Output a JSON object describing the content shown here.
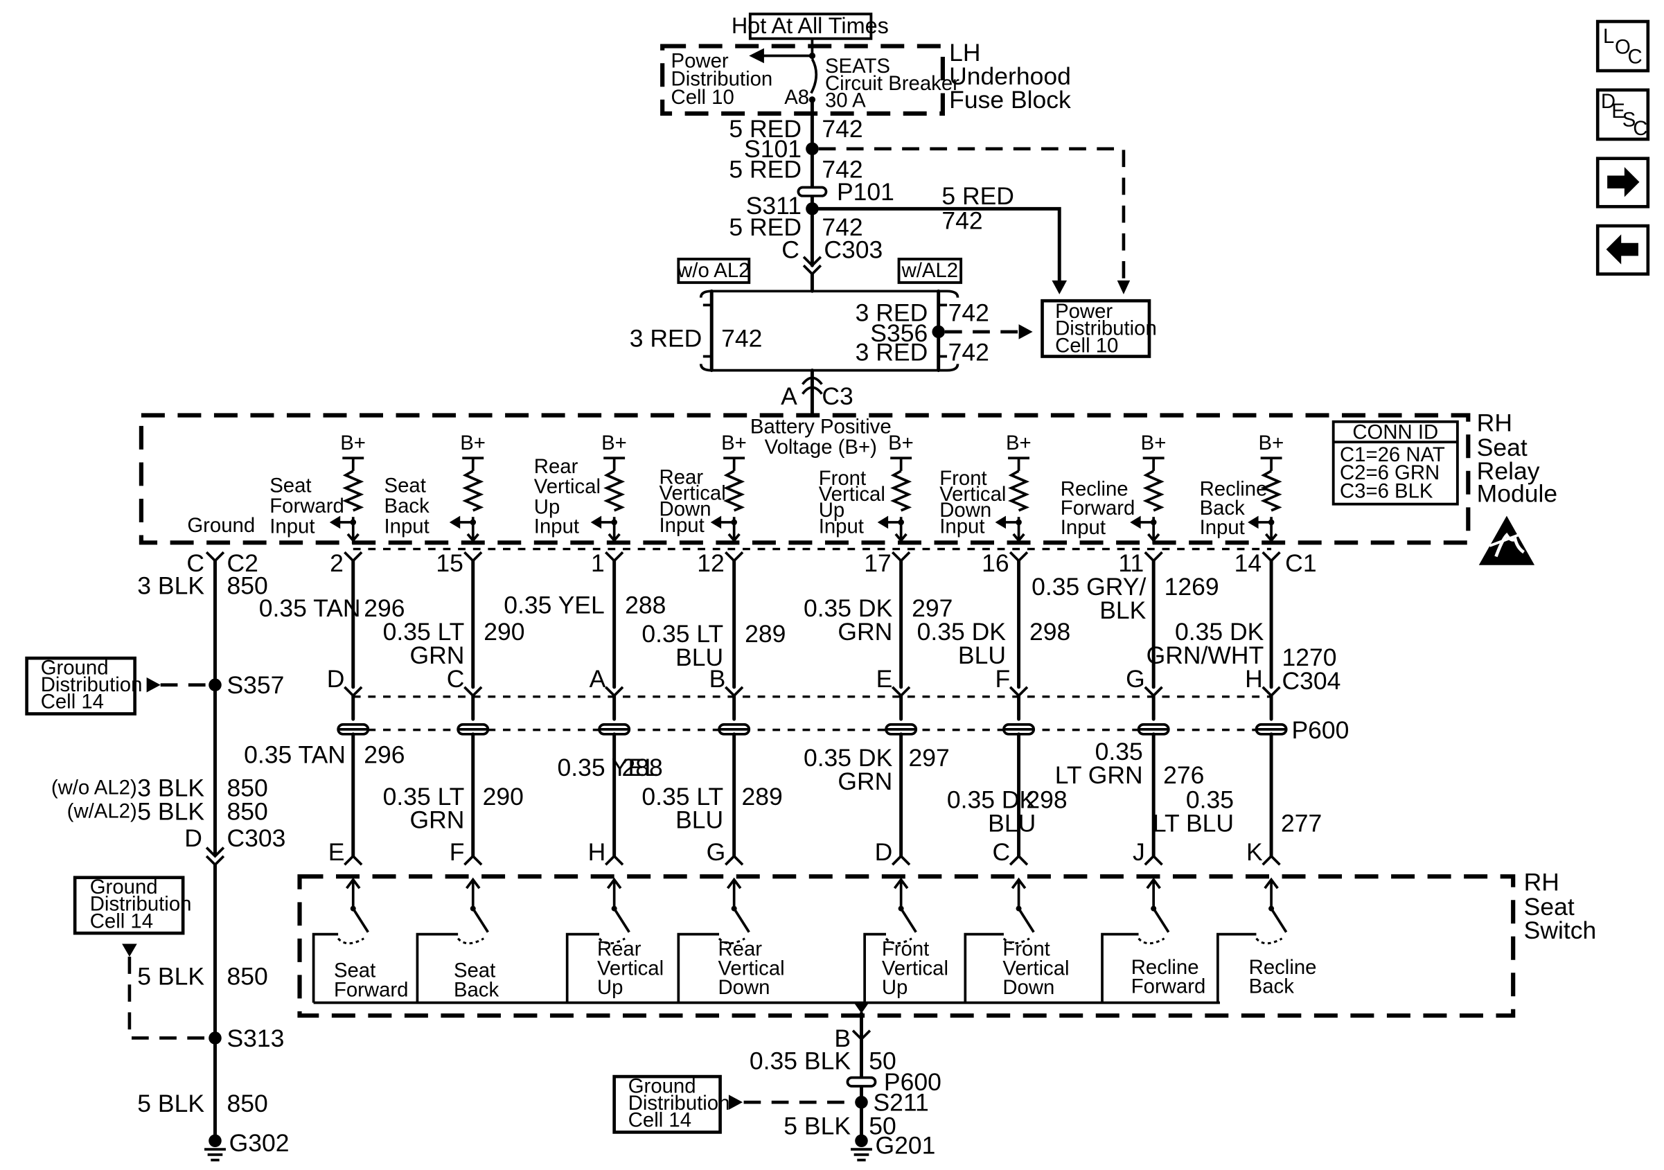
{
  "nav": {
    "loc": {
      "a": "L",
      "b": "O",
      "c": "C"
    },
    "desc": {
      "a": "D",
      "b": "E",
      "c": "S",
      "d": "C"
    },
    "next_glyph": "➡",
    "prev_glyph": "⬅",
    "next_icon": "arrow-right-icon",
    "prev_icon": "arrow-left-icon"
  },
  "fuse_block": {
    "hot_label": "Hot At All Times",
    "name": [
      "LH",
      "Underhood",
      "Fuse Block"
    ],
    "pdc": [
      "Power",
      "Distribution",
      "Cell 10"
    ],
    "breaker": [
      "SEATS",
      "Circuit Breaker",
      "30 A"
    ],
    "pin": "A8"
  },
  "feed": {
    "w1": {
      "gauge": "5 RED",
      "circuit": "742"
    },
    "s101": "S101",
    "w2": {
      "gauge": "5 RED",
      "circuit": "742"
    },
    "p101": "P101",
    "s311": "S311",
    "w3": {
      "gauge": "5 RED",
      "circuit": "742"
    },
    "branch": {
      "gauge": "5 RED",
      "circuit": "742"
    },
    "c303_pin": "C",
    "c303": "C303",
    "opt_wo": "w/o AL2",
    "opt_w": "w/AL2",
    "wo_wire": {
      "gauge": "3 RED",
      "circuit": "742"
    },
    "w_top": {
      "gauge": "3 RED",
      "circuit": "742"
    },
    "s356": "S356",
    "w_bot": {
      "gauge": "3 RED",
      "circuit": "742"
    },
    "pdc2": [
      "Power",
      "Distribution",
      "Cell 10"
    ],
    "c3_pin": "A",
    "c3": "C3"
  },
  "module": {
    "name": [
      "RH",
      "Seat",
      "Relay",
      "Module"
    ],
    "bplus_text": [
      "Battery Positive",
      "Voltage (B+)"
    ],
    "bplus": "B+",
    "ground_label": "Ground",
    "conn_title": "CONN ID",
    "conn": [
      "C1=26 NAT",
      "C2=6 GRN",
      "C3=6 BLK"
    ],
    "esd_icon": "esd-warning-icon",
    "c1": "C1",
    "inputs": [
      {
        "label": [
          "Seat",
          "Forward",
          "Input"
        ],
        "pin": "2"
      },
      {
        "label": [
          "Seat",
          "Back",
          "Input"
        ],
        "pin": "15"
      },
      {
        "label": [
          "Rear",
          "Vertical",
          "Up",
          "Input"
        ],
        "pin": "1"
      },
      {
        "label": [
          "Rear",
          "Vertical",
          "Down",
          "Input"
        ],
        "pin": "12"
      },
      {
        "label": [
          "Front",
          "Vertical",
          "Up",
          "Input"
        ],
        "pin": "17"
      },
      {
        "label": [
          "Front",
          "Vertical",
          "Down",
          "Input"
        ],
        "pin": "16"
      },
      {
        "label": [
          "Recline",
          "Forward",
          "Input"
        ],
        "pin": "11"
      },
      {
        "label": [
          "Recline",
          "Back",
          "Input"
        ],
        "pin": "14"
      }
    ]
  },
  "upper_wires": [
    {
      "g": [
        "0.35 TAN"
      ],
      "c": "296",
      "pin": "D"
    },
    {
      "g": [
        "0.35 LT",
        "GRN"
      ],
      "c": "290",
      "pin": "C"
    },
    {
      "g": [
        "0.35 YEL"
      ],
      "c": "288",
      "pin": "A"
    },
    {
      "g": [
        "0.35 LT",
        "BLU"
      ],
      "c": "289",
      "pin": "B"
    },
    {
      "g": [
        "0.35 DK",
        "GRN"
      ],
      "c": "297",
      "pin": "E"
    },
    {
      "g": [
        "0.35 DK",
        "BLU"
      ],
      "c": "298",
      "pin": "F"
    },
    {
      "g": [
        "0.35 GRY/",
        "BLK"
      ],
      "c": "1269",
      "pin": "G"
    },
    {
      "g": [
        "0.35 DK",
        "GRN/WHT"
      ],
      "c": "1270",
      "pin": "H"
    }
  ],
  "c304": "C304",
  "p600": "P600",
  "lower_wires": [
    {
      "g": [
        "0.35 TAN"
      ],
      "c": "296",
      "pin": "E"
    },
    {
      "g": [
        "0.35 LT",
        "GRN"
      ],
      "c": "290",
      "pin": "F"
    },
    {
      "g": [
        "0.35 YEL"
      ],
      "c": "288",
      "pin": "H"
    },
    {
      "g": [
        "0.35 LT",
        "BLU"
      ],
      "c": "289",
      "pin": "G"
    },
    {
      "g": [
        "0.35 DK",
        "GRN"
      ],
      "c": "297",
      "pin": "D"
    },
    {
      "g": [
        "0.35 DK",
        "BLU"
      ],
      "c": "298",
      "pin": "C"
    },
    {
      "g": [
        "0.35",
        "LT GRN"
      ],
      "c": "276",
      "pin": "J"
    },
    {
      "g": [
        "0.35",
        "LT BLU"
      ],
      "c": "277",
      "pin": "K"
    }
  ],
  "switch": {
    "name": [
      "RH",
      "Seat",
      "Switch"
    ],
    "labels": [
      [
        "Seat",
        "Forward"
      ],
      [
        "Seat",
        "Back"
      ],
      [
        "Rear",
        "Vertical",
        "Up"
      ],
      [
        "Rear",
        "Vertical",
        "Down"
      ],
      [
        "Front",
        "Vertical",
        "Up"
      ],
      [
        "Front",
        "Vertical",
        "Down"
      ],
      [
        "Recline",
        "Forward"
      ],
      [
        "Recline",
        "Back"
      ]
    ]
  },
  "sw_ground": {
    "pin": "B",
    "w1": {
      "gauge": "0.35 BLK",
      "circuit": "50"
    },
    "p600": "P600",
    "s211": "S211",
    "w2": {
      "gauge": "5 BLK",
      "circuit": "50"
    },
    "g201": "G201",
    "gdc": [
      "Ground",
      "Distribution",
      "Cell 14"
    ]
  },
  "mod_ground": {
    "c2_pin": "C",
    "c2": "C2",
    "w1": {
      "gauge": "3 BLK",
      "circuit": "850"
    },
    "s357": "S357",
    "gdc1": [
      "Ground",
      "Distribution",
      "Cell 14"
    ],
    "opt_wo": "(w/o AL2)",
    "wo": {
      "gauge": "3 BLK",
      "circuit": "850"
    },
    "opt_w": "(w/AL2)",
    "w": {
      "gauge": "5 BLK",
      "circuit": "850"
    },
    "c303_pin": "D",
    "c303": "C303",
    "gdc2": [
      "Ground",
      "Distribution",
      "Cell 14"
    ],
    "w2": {
      "gauge": "5 BLK",
      "circuit": "850"
    },
    "s313": "S313",
    "w3": {
      "gauge": "5 BLK",
      "circuit": "850"
    },
    "g302": "G302"
  }
}
